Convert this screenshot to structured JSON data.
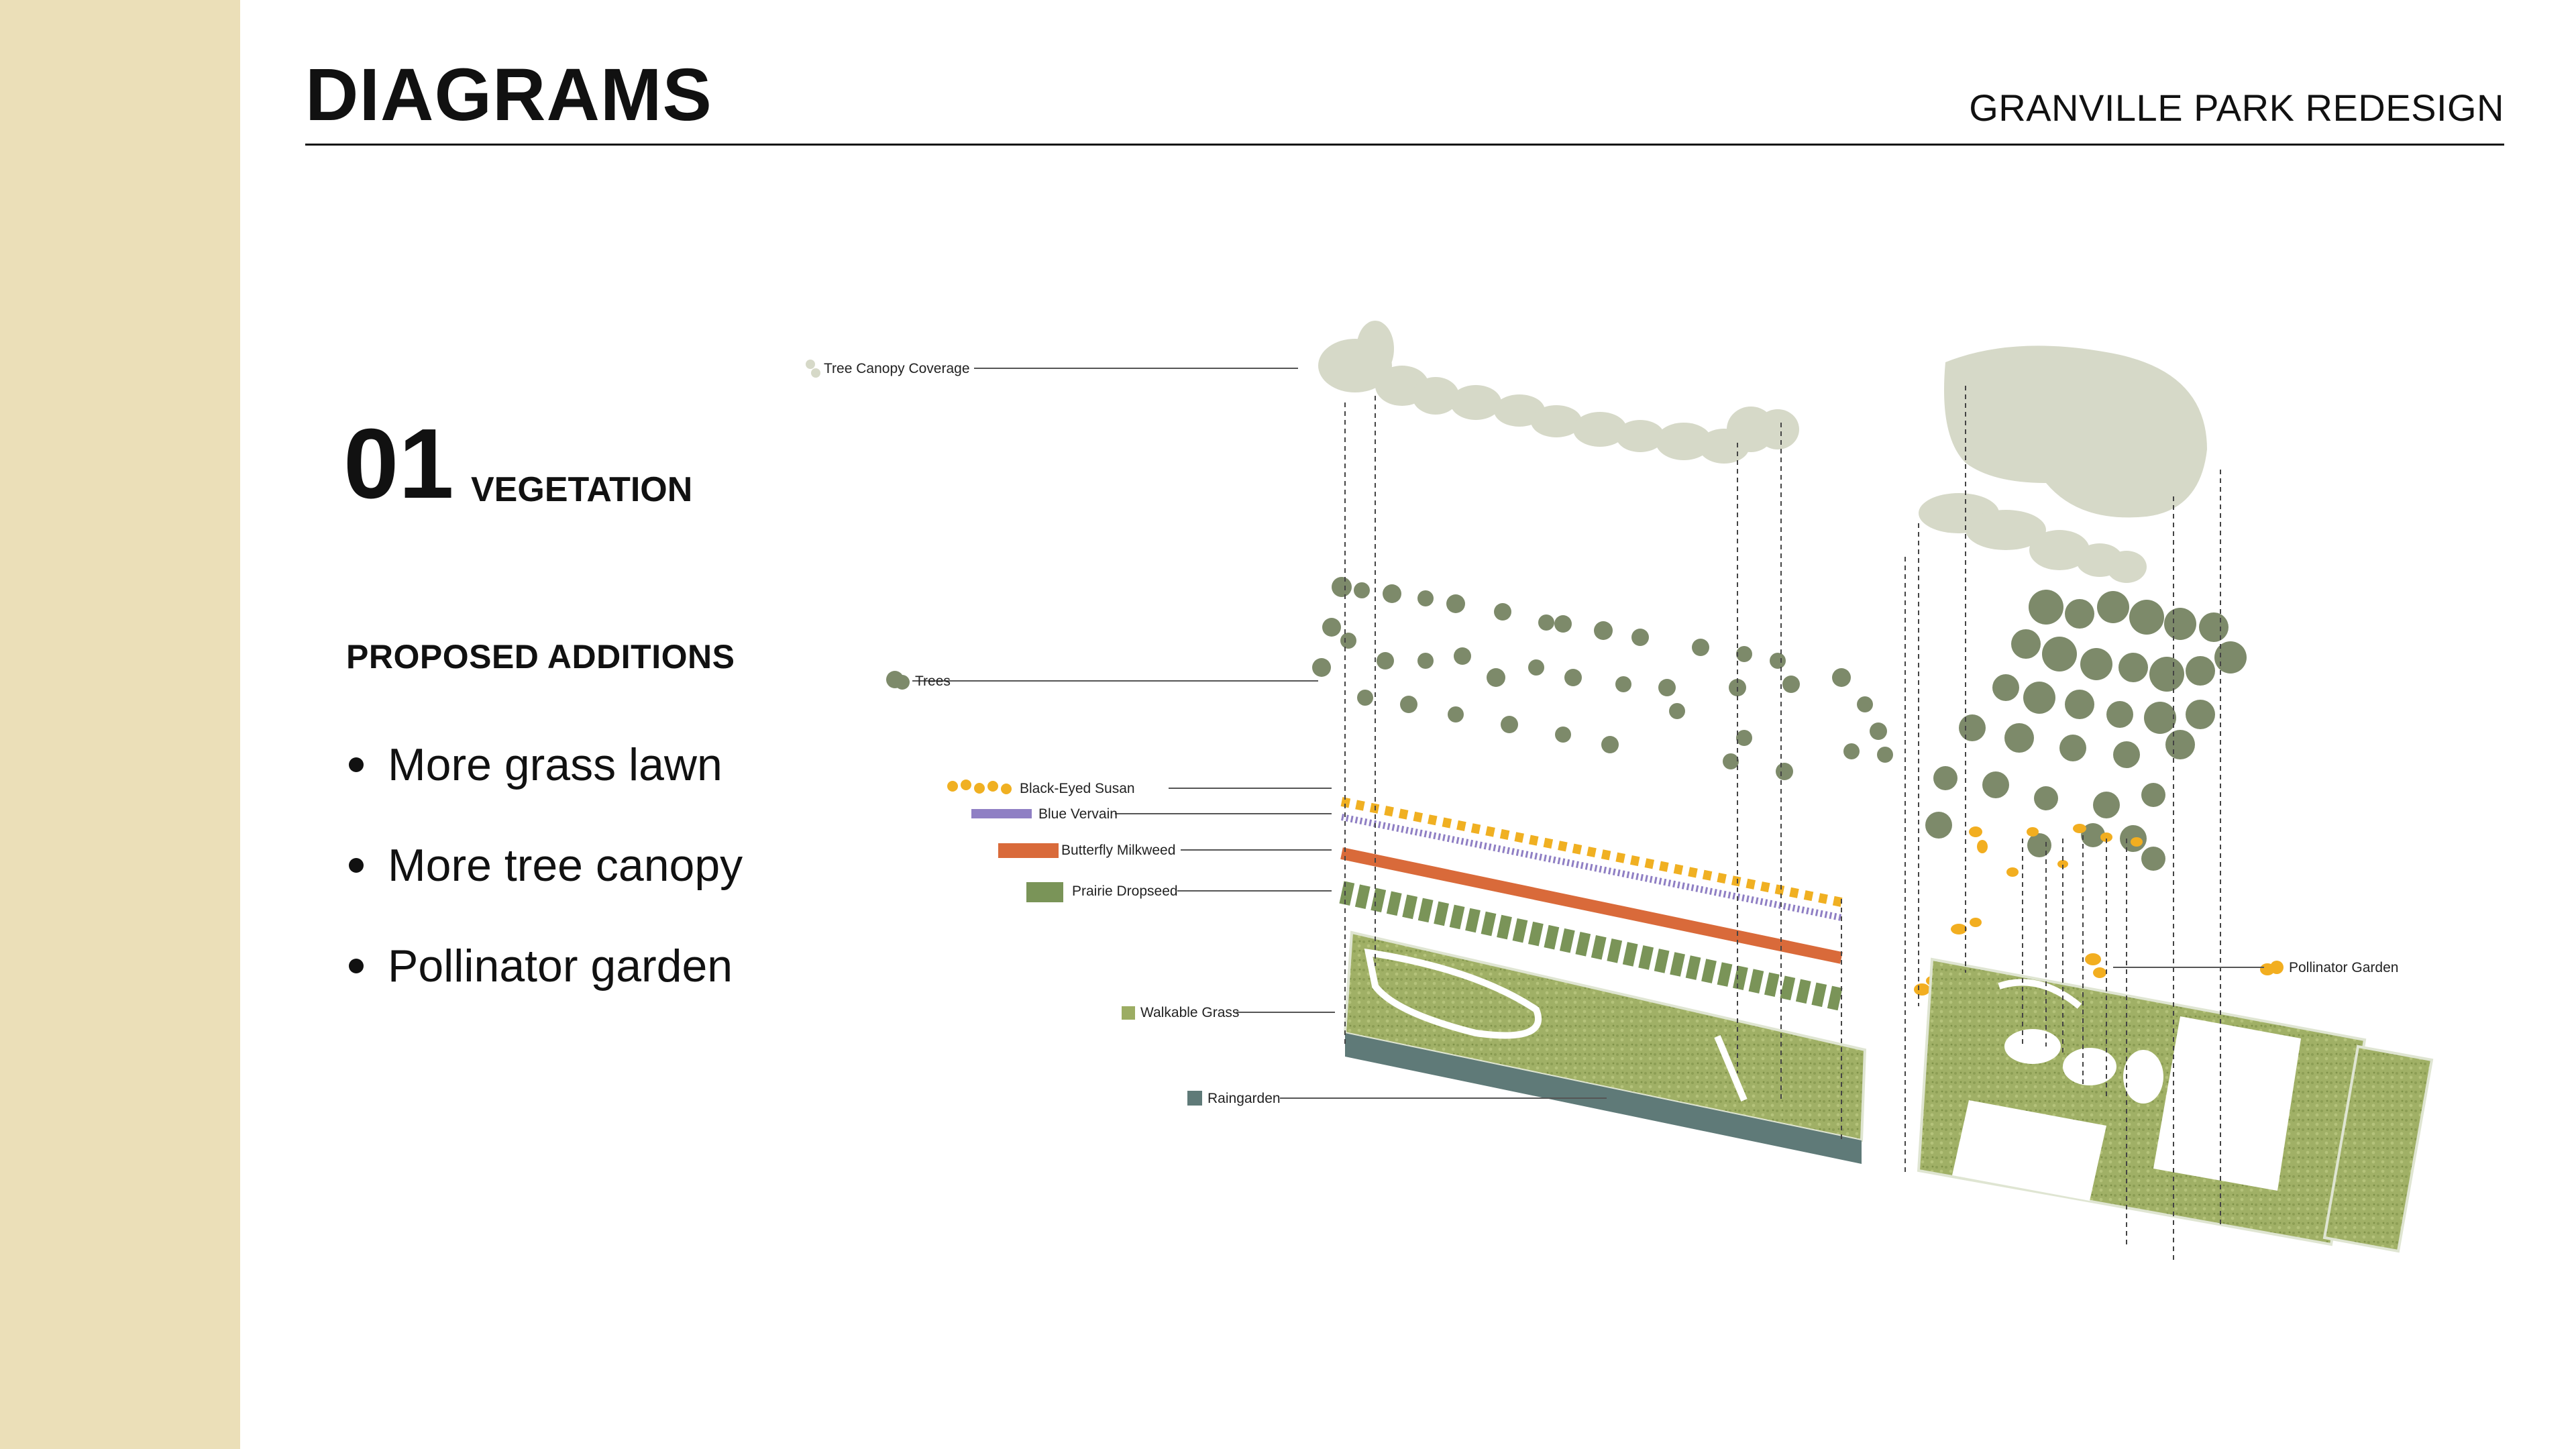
{
  "header": {
    "title": "DIAGRAMS",
    "project": "GRANVILLE PARK REDESIGN"
  },
  "section": {
    "number": "01",
    "title": "VEGETATION"
  },
  "additions": {
    "heading": "PROPOSED ADDITIONS",
    "items": [
      "More grass lawn",
      "More tree canopy",
      "Pollinator garden"
    ]
  },
  "diagram": {
    "layers": {
      "canopy": "Tree Canopy Coverage",
      "trees": "Trees",
      "black_eyed_susan": "Black-Eyed Susan",
      "blue_vervain": "Blue Vervain",
      "butterfly_milkweed": "Butterfly Milkweed",
      "prairie_dropseed": "Prairie Dropseed",
      "walkable_grass": "Walkable Grass",
      "raingarden": "Raingarden",
      "pollinator_garden": "Pollinator Garden"
    },
    "colors": {
      "sidebar": "#ebdfb8",
      "canopy": "#d6d9c8",
      "trees": "#7d8a6a",
      "susan": "#f0b022",
      "vervain": "#8f7fc4",
      "milkweed": "#d96a3a",
      "dropseed": "#7a9458",
      "grass": "#9cad63",
      "raingarden": "#5f7a78",
      "pollinator": "#f2ae20"
    }
  }
}
